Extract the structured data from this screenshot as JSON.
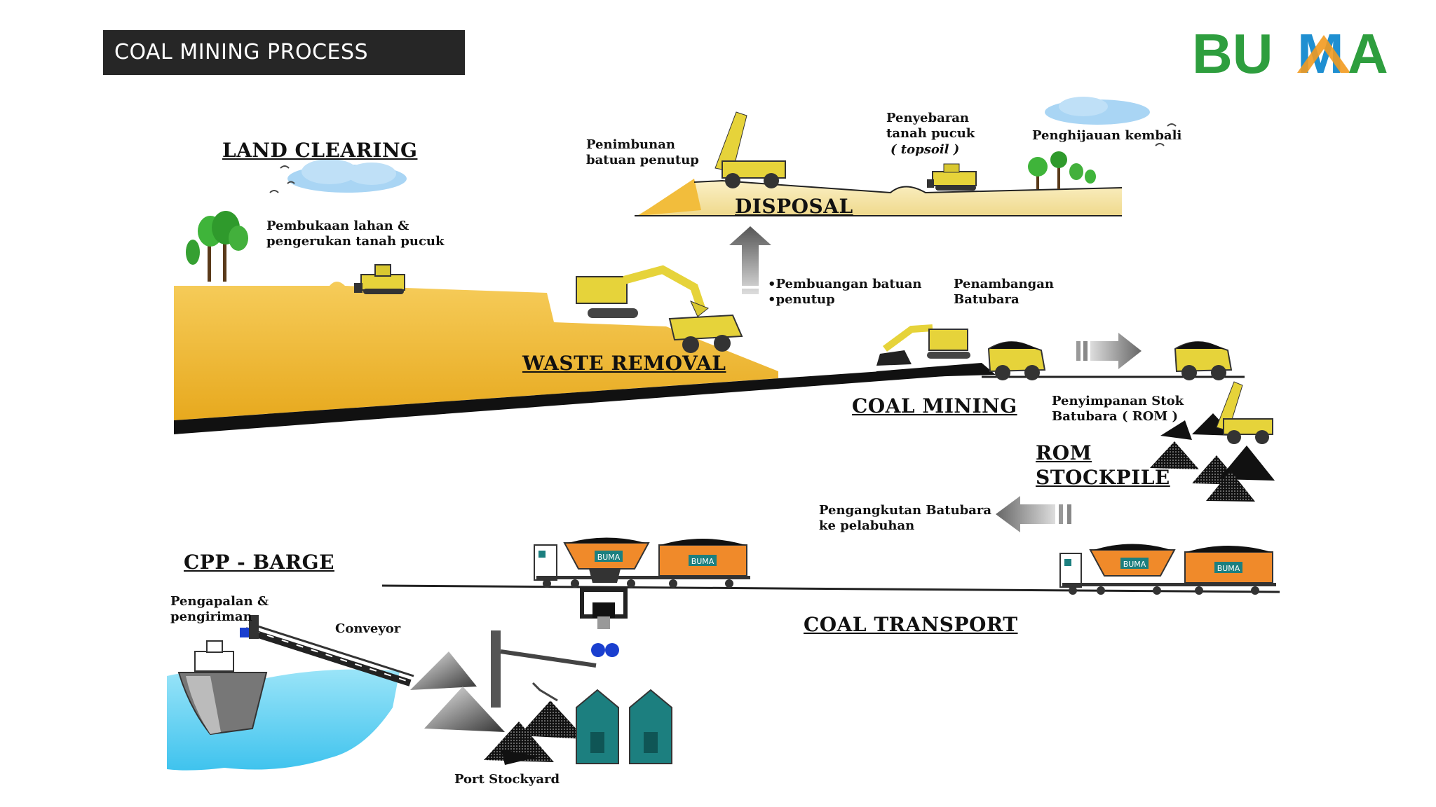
{
  "header": {
    "title": "COAL MINING PROCESS",
    "logo_text": "BUMA"
  },
  "colors": {
    "logo_green": "#2e9e3e",
    "logo_blue": "#1f8fd1",
    "logo_orange": "#f29a1f",
    "ground_yellow": "#f2bd3c",
    "water_blue": "#5fd0f0",
    "truck_yellow": "#e6d33a",
    "wagon_orange": "#f08a2a",
    "building_teal": "#1c7f7f"
  },
  "stages": {
    "land_clearing": {
      "title": "LAND CLEARING",
      "caption": "Pembukaan lahan &\npengerukan tanah pucuk"
    },
    "disposal": {
      "title": "DISPOSAL",
      "caption_dump": "Penimbunan\nbatuan penutup",
      "caption_topsoil_1": "Penyebaran\ntanah pucuk",
      "caption_topsoil_2": "( topsoil )",
      "caption_green": "Penghijauan kembali"
    },
    "waste_removal": {
      "title": "WASTE REMOVAL",
      "caption": "•Pembuangan batuan\n•penutup"
    },
    "coal_mining": {
      "title": "COAL MINING",
      "caption": "Penambangan\nBatubara"
    },
    "rom_stockpile": {
      "title_1": "ROM",
      "title_2": "STOCKPILE",
      "caption": "Penyimpanan Stok\nBatubara ( ROM )"
    },
    "coal_transport": {
      "title": "COAL TRANSPORT",
      "caption": "Pengangkutan Batubara\nke pelabuhan",
      "wagon_label": "BUMA"
    },
    "cpp_barge": {
      "title": "CPP - BARGE",
      "caption_ship": "Pengapalan &\npengiriman",
      "caption_conveyor": "Conveyor",
      "caption_stockyard": "Port Stockyard"
    }
  }
}
